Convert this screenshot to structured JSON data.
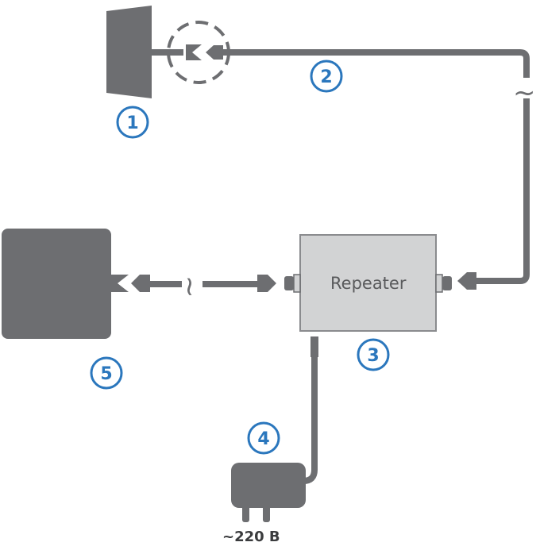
{
  "colors": {
    "device": "#6d6e71",
    "repeater_fill": "#d2d3d4",
    "repeater_border": "#8a8b8e",
    "badge": "#2b77bd",
    "text_dark": "#3a3b3d"
  },
  "components": [
    {
      "id": "outdoor-antenna",
      "badge": "1",
      "icon": "panel-antenna-icon"
    },
    {
      "id": "cable-outdoor",
      "badge": "2",
      "icon": "coax-cable-icon"
    },
    {
      "id": "repeater",
      "badge": "3",
      "label": "Repeater",
      "icon": "repeater-box-icon"
    },
    {
      "id": "power-supply",
      "badge": "4",
      "label": "~220 B",
      "icon": "power-adapter-icon"
    },
    {
      "id": "indoor-antenna",
      "badge": "5",
      "icon": "indoor-antenna-icon"
    }
  ],
  "breaks": {
    "outdoor_cable": "~",
    "indoor_cable": "~"
  }
}
